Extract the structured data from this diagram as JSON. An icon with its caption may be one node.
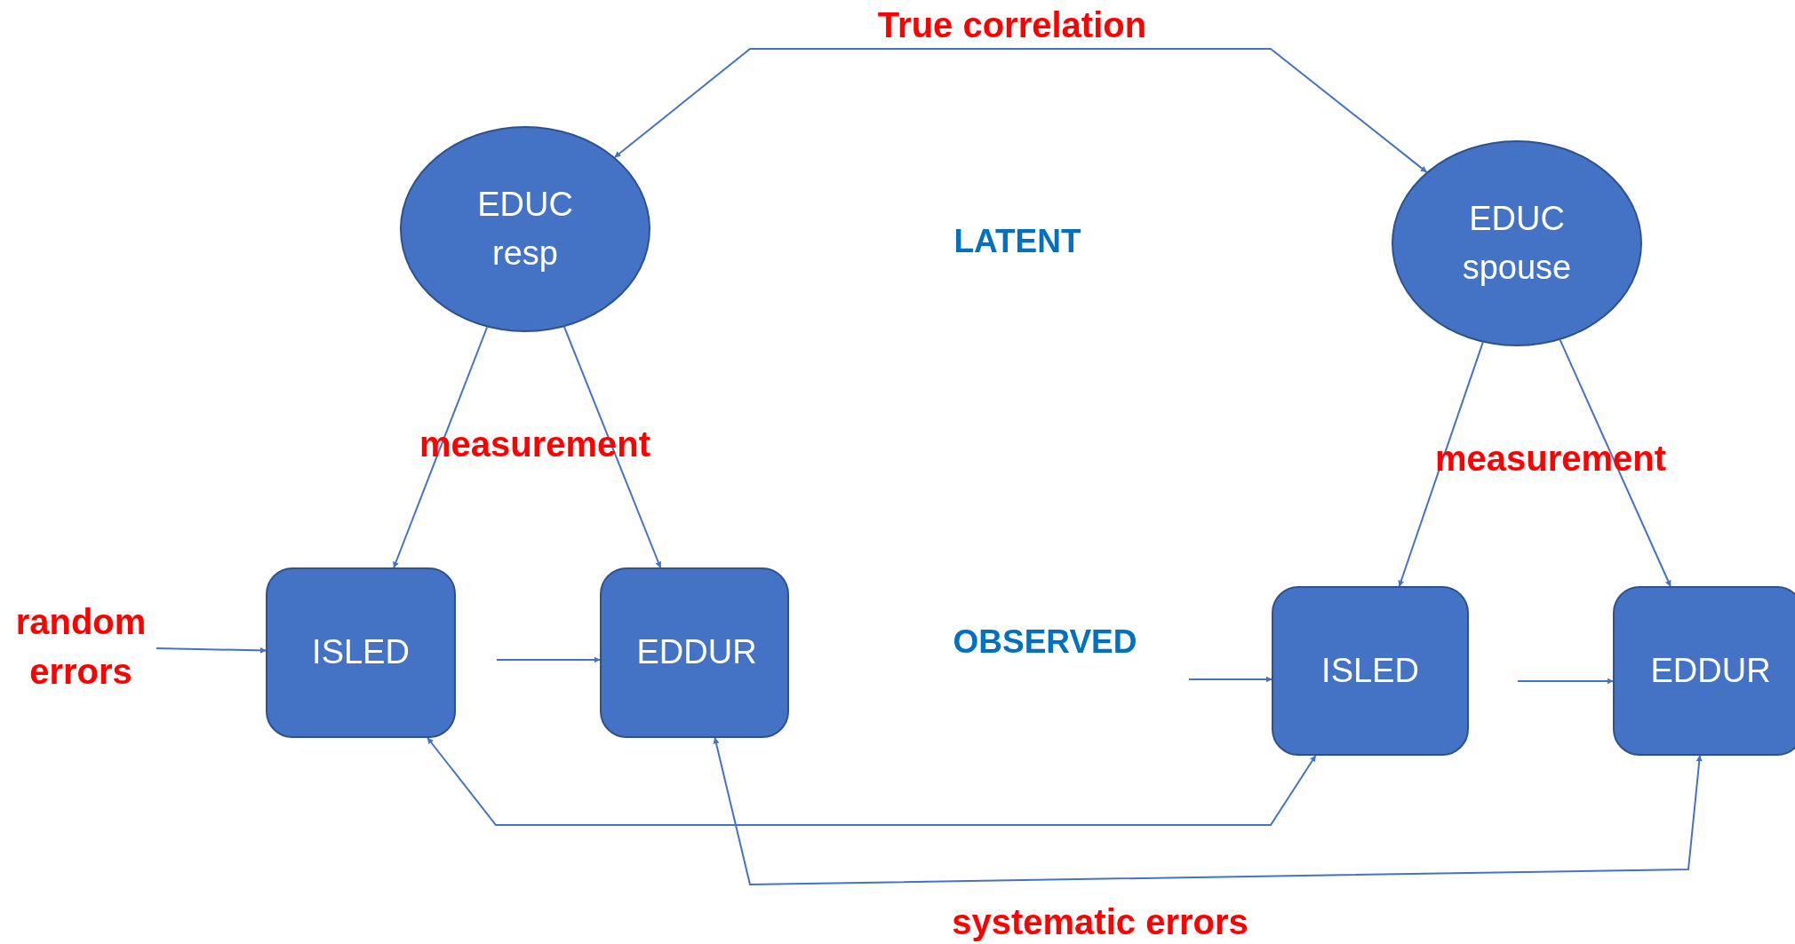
{
  "diagram": {
    "nodes": [
      {
        "text": [
          "EDUC resp"
        ]
      },
      {
        "text": [
          "EDUC spouse"
        ]
      },
      {
        "text": [
          "random errors"
        ]
      },
      {
        "text": [
          "ISLED"
        ]
      },
      {
        "text": [
          "EDDUR"
        ]
      },
      {
        "text": [
          "ISLED"
        ]
      },
      {
        "text": [
          "EDDUR"
        ]
      }
    ],
    "edges": [
      {
        "from": 0,
        "to": 1,
        "arrow": "both"
      },
      {
        "from": 0,
        "to": 3,
        "arrow": "to"
      },
      {
        "from": 0,
        "to": 4,
        "arrow": "to"
      },
      {
        "from": 1,
        "to": 5,
        "arrow": "to"
      },
      {
        "from": 1,
        "to": 6,
        "arrow": "to"
      },
      {
        "from": 2,
        "to": 3,
        "arrow": "to"
      },
      {
        "from": null,
        "to": 4,
        "arrow": "to"
      },
      {
        "from": null,
        "to": 5,
        "arrow": "to"
      },
      {
        "from": null,
        "to": 6,
        "arrow": "to"
      },
      {
        "from": 3,
        "to": 5,
        "arrow": "both"
      },
      {
        "from": 4,
        "to": 6,
        "arrow": "both"
      }
    ],
    "labels": [
      "True correlation",
      "LATENT",
      "measurement",
      "measurement",
      "OBSERVED",
      "systematic errors"
    ]
  }
}
